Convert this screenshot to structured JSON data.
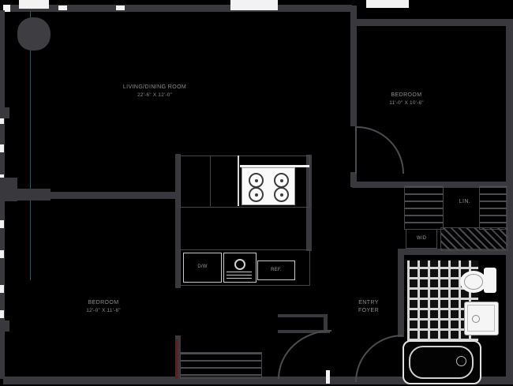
{
  "rooms": {
    "living": {
      "name": "LIVING/DINING ROOM",
      "dims": "22'-6\" X 12'-0\""
    },
    "bedroom_top": {
      "name": "BEDROOM",
      "dims": "11'-0\" X 10'-6\""
    },
    "bedroom_bottom": {
      "name": "BEDROOM",
      "dims": "12'-0\" X 11'-6\""
    },
    "entry": {
      "line1": "ENTRY",
      "line2": "FOYER"
    }
  },
  "labels": {
    "linen": "LIN.",
    "washer_dryer": "W/D",
    "dishwasher": "D/W",
    "refrigerator": "REF."
  },
  "colors": {
    "background": "#000000",
    "wall": "#39393d",
    "fixture_white": "#f2f2f2",
    "label_text": "#8d8d8d",
    "glass_line": "#1e5d5d",
    "accent_red": "#5f1d1d"
  }
}
